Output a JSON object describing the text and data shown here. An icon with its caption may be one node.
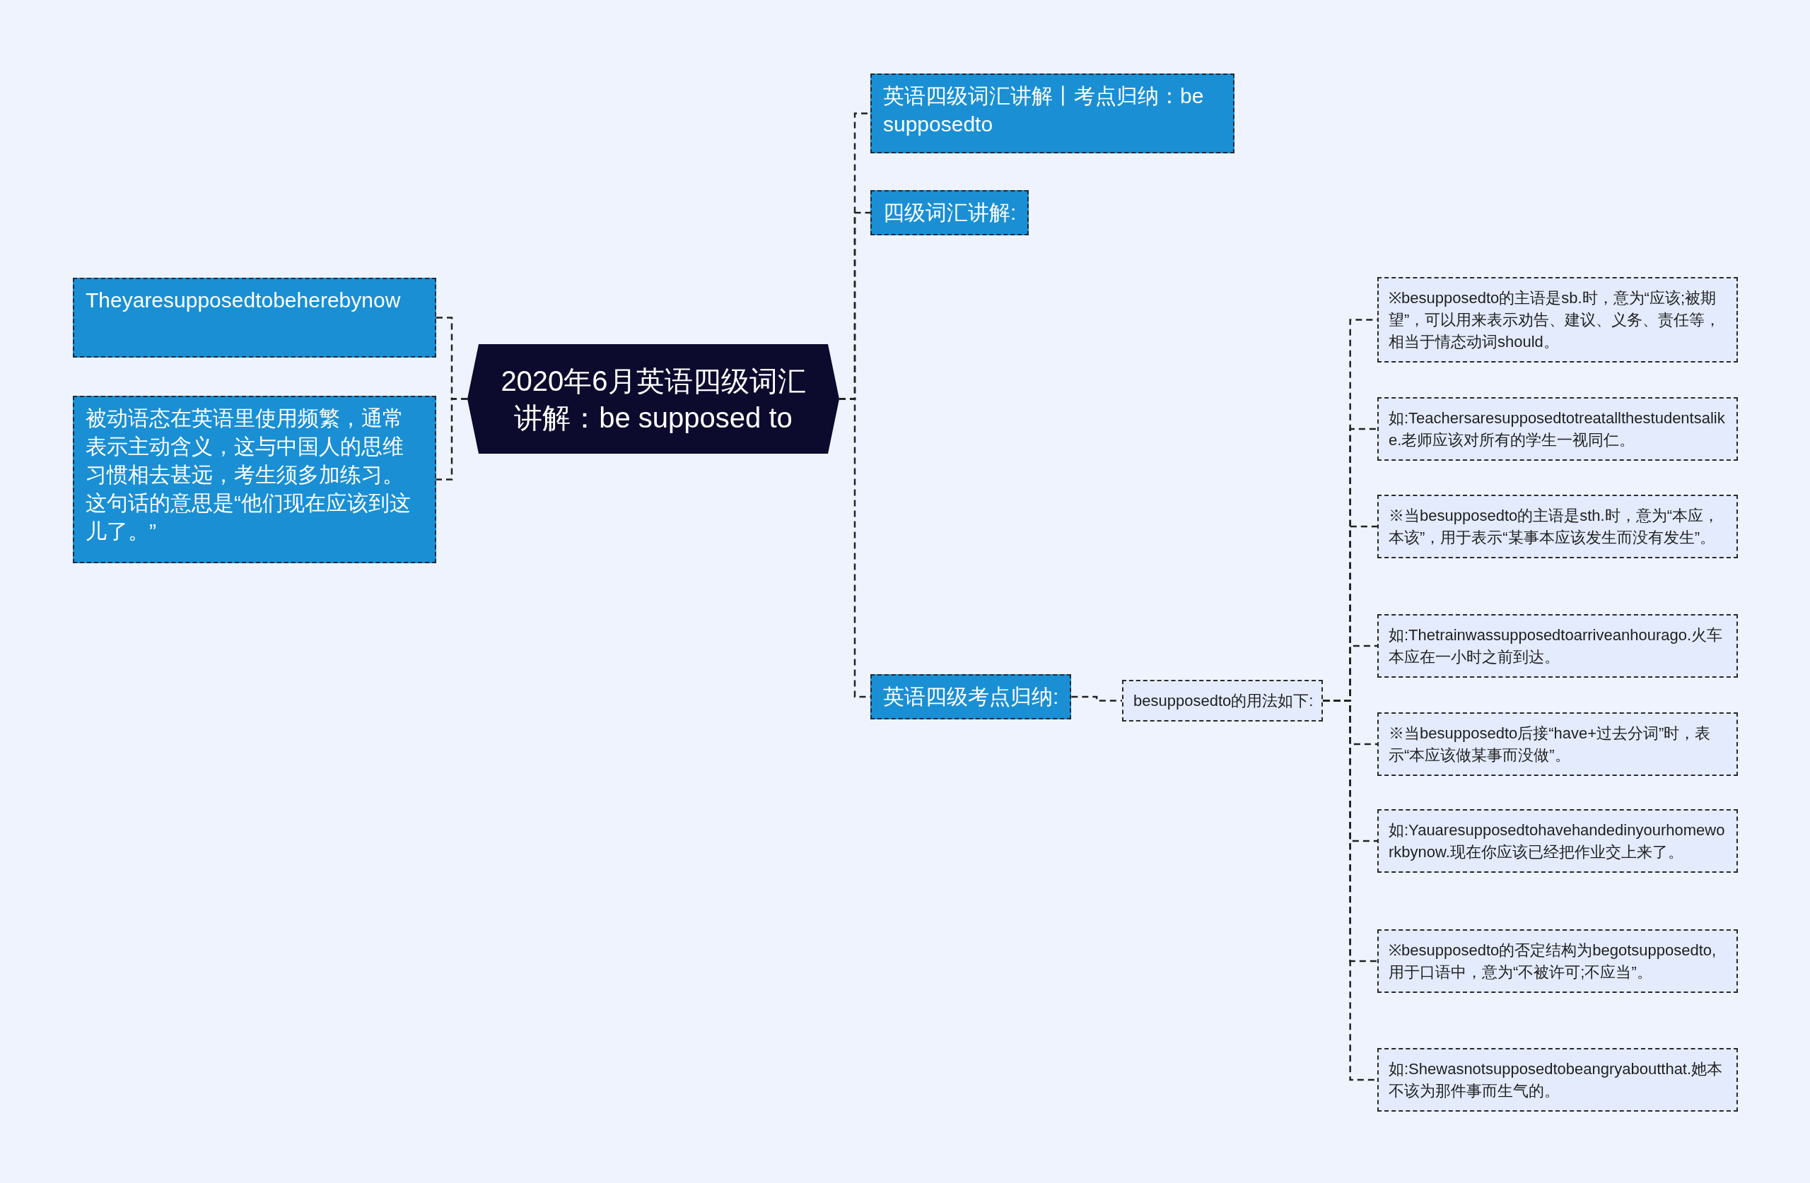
{
  "diagram": {
    "nodes": [
      {
        "text": [
          "2020年6月英语四级词汇讲解：be supposed to"
        ]
      },
      {
        "text": [
          "Theyaresupposedtobeherebynow"
        ]
      },
      {
        "text": [
          "被动语态在英语里使用频繁，通常表示主动含义，这与中国人的思维习惯相去甚远，考生须多加练习。这句话的意思是“他们现在应该到这儿了。”"
        ]
      },
      {
        "text": [
          "英语四级词汇讲解丨考点归纳：be supposedto"
        ]
      },
      {
        "text": [
          "四级词汇讲解:"
        ]
      },
      {
        "text": [
          "英语四级考点归纳:"
        ]
      },
      {
        "text": [
          "besupposedto的用法如下:"
        ]
      },
      {
        "text": [
          "※besupposedto的主语是sb.时，意为“应该;被期望”，可以用来表示劝告、建议、义务、责任等，相当于情态动词should。"
        ]
      },
      {
        "text": [
          "如:Teachersaresupposedtotreatallthestudentsalike.老师应该对所有的学生一视同仁。"
        ]
      },
      {
        "text": [
          "※当besupposedto的主语是sth.时，意为“本应，本该”，用于表示“某事本应该发生而没有发生”。"
        ]
      },
      {
        "text": [
          "如:Thetrainwassupposedtoarriveanhourago.火车本应在一小时之前到达。"
        ]
      },
      {
        "text": [
          "※当besupposedto后接“have+过去分词”时，表示“本应该做某事而没做”。"
        ]
      },
      {
        "text": [
          "如:Yauaresupposedtohavehandedinyourhomeworkbynow.现在你应该已经把作业交上来了。"
        ]
      },
      {
        "text": [
          "※besupposedto的否定结构为begotsupposedto,用于口语中，意为“不被许可;不应当”。"
        ]
      },
      {
        "text": [
          "如:Shewasnotsupposedtobeangryaboutthat.她本不该为那件事而生气的。"
        ]
      }
    ],
    "edges": [
      {
        "from": 0,
        "to": 1,
        "arrow": "none"
      },
      {
        "from": 0,
        "to": 2,
        "arrow": "none"
      },
      {
        "from": 0,
        "to": 3,
        "arrow": "none"
      },
      {
        "from": 0,
        "to": 4,
        "arrow": "none"
      },
      {
        "from": 0,
        "to": 5,
        "arrow": "none"
      },
      {
        "from": 5,
        "to": 6,
        "arrow": "none"
      },
      {
        "from": 6,
        "to": 7,
        "arrow": "none"
      },
      {
        "from": 6,
        "to": 8,
        "arrow": "none"
      },
      {
        "from": 6,
        "to": 9,
        "arrow": "none"
      },
      {
        "from": 6,
        "to": 10,
        "arrow": "none"
      },
      {
        "from": 6,
        "to": 11,
        "arrow": "none"
      },
      {
        "from": 6,
        "to": 12,
        "arrow": "none"
      },
      {
        "from": 6,
        "to": 13,
        "arrow": "none"
      },
      {
        "from": 6,
        "to": 14,
        "arrow": "none"
      }
    ]
  }
}
